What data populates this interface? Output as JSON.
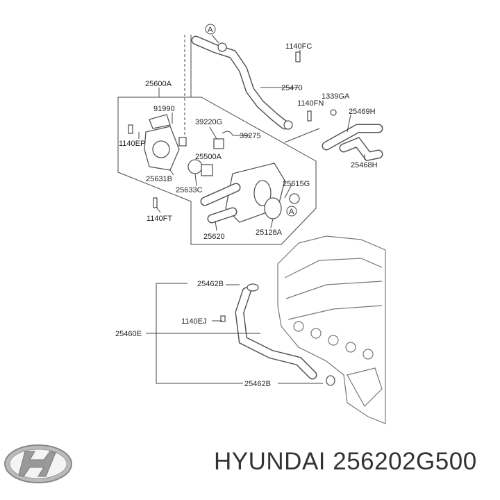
{
  "diagram": {
    "callouts": {
      "ref_a_top": "A",
      "p1140FC": "1140FC",
      "p25470": "25470",
      "p1339GA": "1339GA",
      "p1140FN": "1140FN",
      "p25469H": "25469H",
      "p25600A": "25600A",
      "p91990": "91990",
      "p1140EP": "1140EP",
      "p39220G": "39220G",
      "p39275": "39275",
      "p25500A": "25500A",
      "p25631B": "25631B",
      "p25633C": "25633C",
      "p25615G": "25615G",
      "p25468H": "25468H",
      "ref_a_bottom": "A",
      "p1140FT": "1140FT",
      "p25620": "25620",
      "p25128A": "25128A",
      "p25462B_top": "25462B",
      "p1140EJ": "1140EJ",
      "p25460E": "25460E",
      "p25462B_bottom": "25462B"
    }
  },
  "brand": {
    "logo": "Hyundai",
    "name": "HYUNDAI",
    "part_number": "256202G500"
  },
  "caption": "HYUNDAI 256202G500"
}
